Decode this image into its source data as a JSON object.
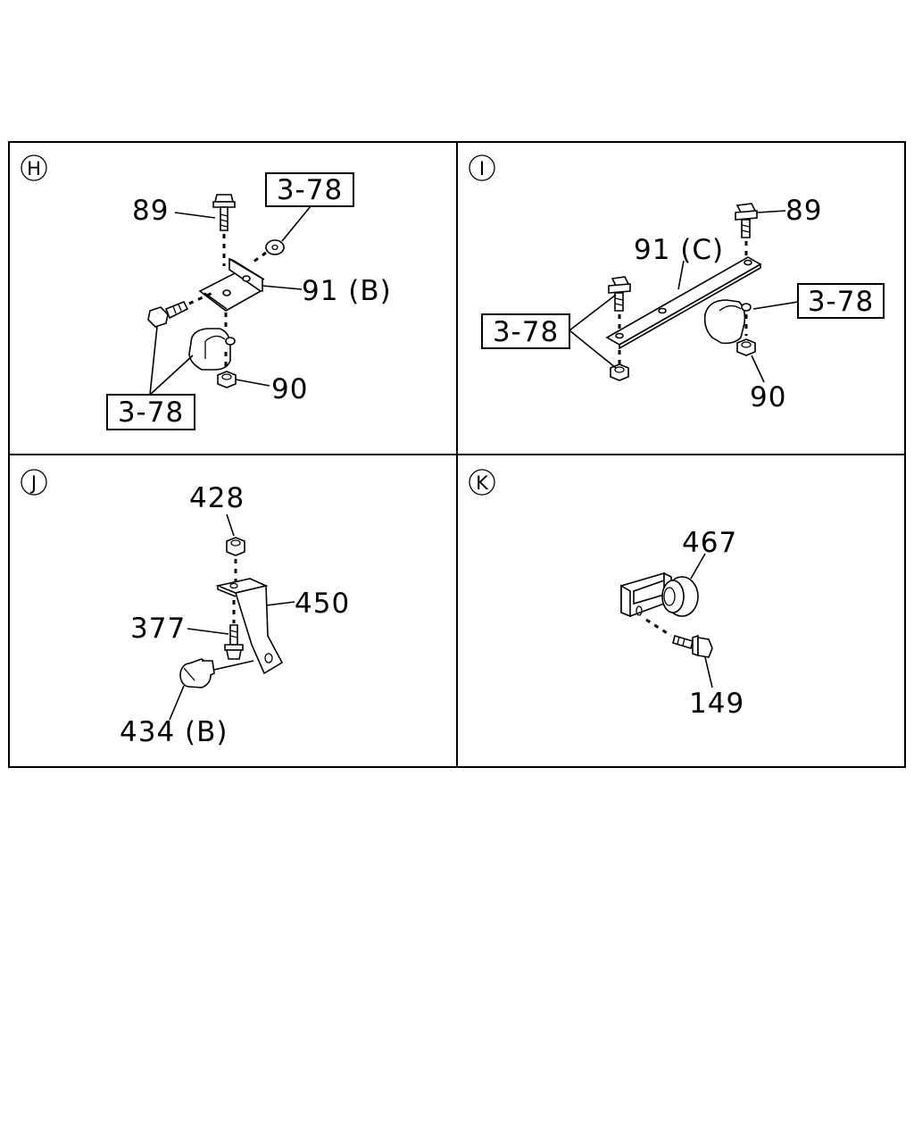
{
  "panels": [
    {
      "id": "H",
      "callouts": {
        "bolt_top": "89",
        "bracket": "91 (B)",
        "nut": "90",
        "ref_top": "3-78",
        "ref_bottom": "3-78"
      }
    },
    {
      "id": "I",
      "callouts": {
        "bolt": "89",
        "plate": "91 (C)",
        "nut": "90",
        "ref_right": "3-78",
        "ref_left": "3-78"
      }
    },
    {
      "id": "J",
      "callouts": {
        "nut": "428",
        "bracket": "450",
        "bolt": "377",
        "clip": "434 (B)"
      }
    },
    {
      "id": "K",
      "callouts": {
        "clamp": "467",
        "bolt": "149"
      }
    }
  ]
}
